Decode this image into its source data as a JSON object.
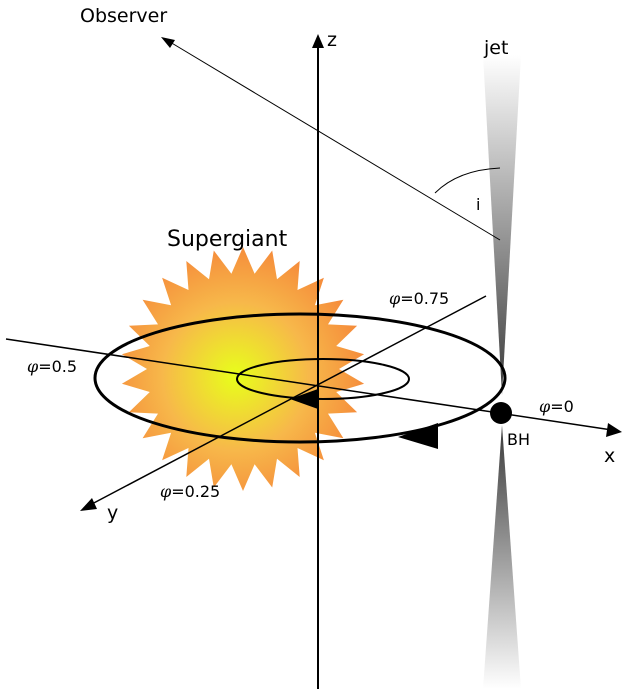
{
  "labels": {
    "observer": "Observer",
    "jet": "jet",
    "z": "z",
    "x": "x",
    "y": "y",
    "inclination": "i",
    "star": "Supergiant",
    "black_hole": "BH",
    "phi_symbol": "φ",
    "phase_0": "=0",
    "phase_025": "=0.25",
    "phase_05": "=0.5",
    "phase_075": "=0.75"
  },
  "colors": {
    "line": "#000000",
    "star_center": "#e8ff1a",
    "star_mid": "#f7b84a",
    "star_edge": "#f5893a",
    "jet_dark": "#3a3a3a",
    "jet_light": "#ffffff"
  }
}
